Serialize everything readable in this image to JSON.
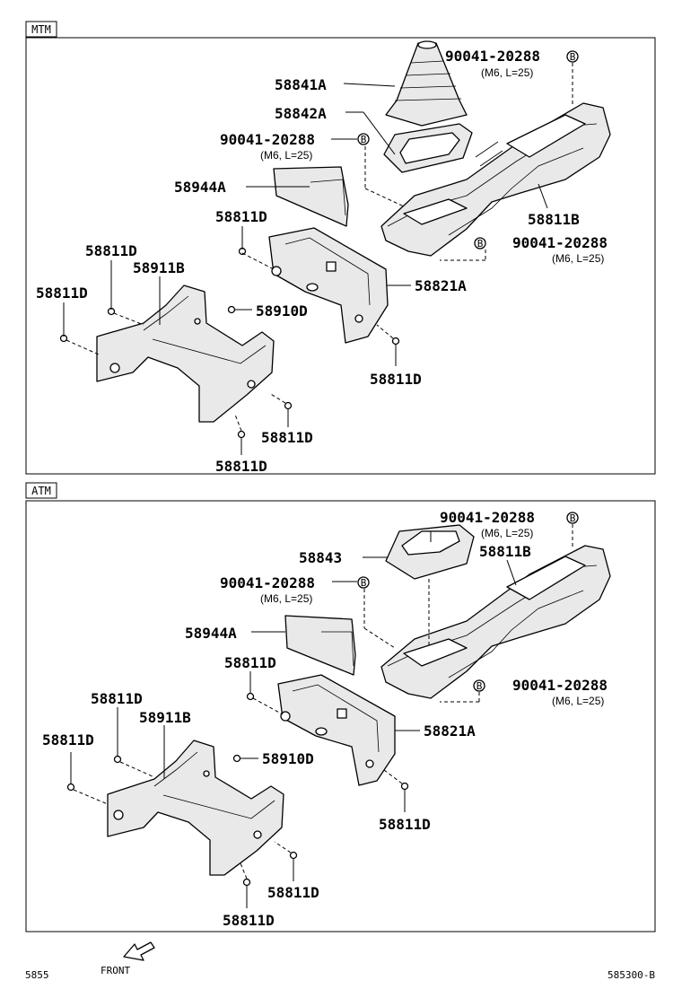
{
  "sections": [
    {
      "tag": "MTM",
      "labels": {
        "boot": "58841A",
        "bezel": "58842A",
        "bolt_top": "90041-20288",
        "bolt_top_spec": "(M6, L=25)",
        "bolt_mid": "90041-20288",
        "bolt_mid_spec": "(M6, L=25)",
        "panel": "58944A",
        "screw_a": "58811D",
        "screw_b": "58811D",
        "bracket": "58911B",
        "screw_c": "58811D",
        "clip": "58910D",
        "box": "58821A",
        "console": "58811B",
        "bolt_rt": "90041-20288",
        "bolt_rt_spec": "(M6, L=25)",
        "screw_d": "58811D",
        "screw_e": "58811D",
        "screw_f": "58811D"
      },
      "bolt_marker": "B"
    },
    {
      "tag": "ATM",
      "labels": {
        "bolt_top": "90041-20288",
        "bolt_top_spec": "(M6, L=25)",
        "bezel": "58843",
        "console": "58811B",
        "bolt_mid": "90041-20288",
        "bolt_mid_spec": "(M6, L=25)",
        "panel": "58944A",
        "screw_a": "58811D",
        "screw_b": "58811D",
        "bracket": "58911B",
        "screw_c": "58811D",
        "clip": "58910D",
        "box": "58821A",
        "bolt_rt": "90041-20288",
        "bolt_rt_spec": "(M6, L=25)",
        "screw_d": "58811D",
        "screw_e": "58811D",
        "screw_f": "58811D"
      },
      "bolt_marker": "B"
    }
  ],
  "footer": {
    "left": "5855",
    "front": "FRONT",
    "right": "585300-B"
  }
}
